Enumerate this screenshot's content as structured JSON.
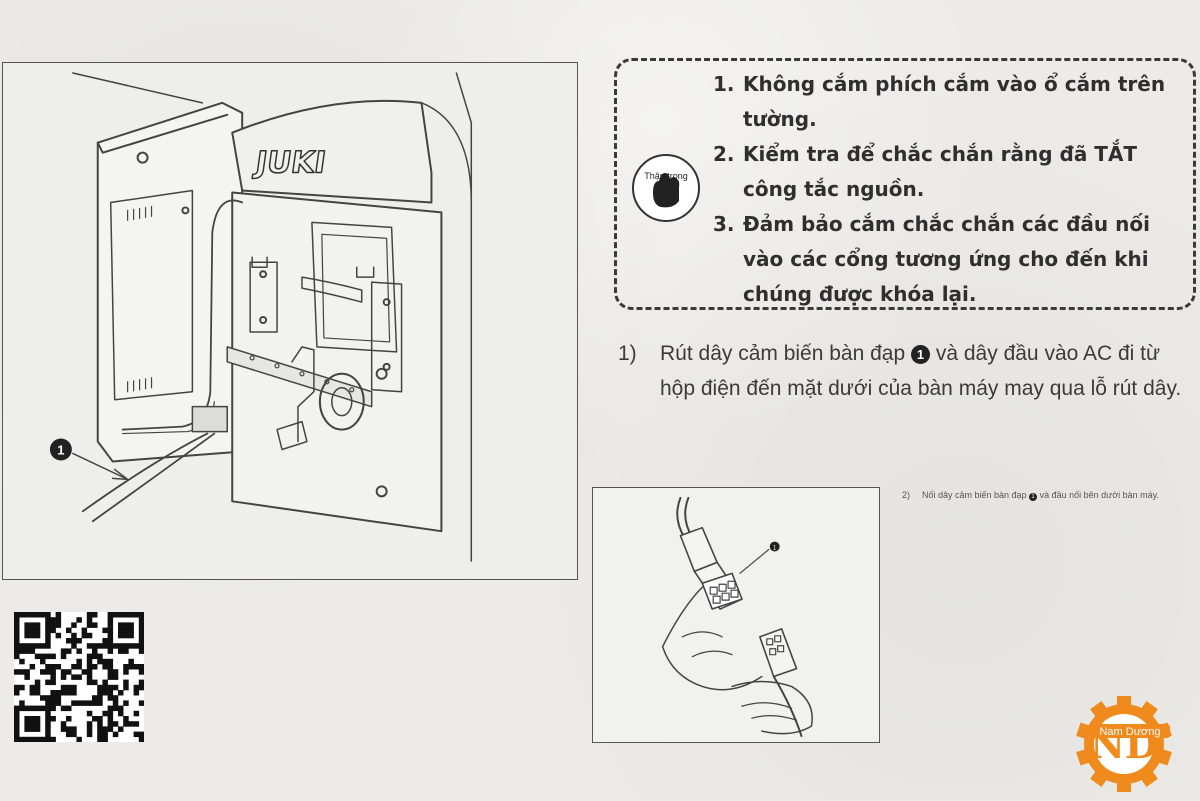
{
  "figure_main": {
    "brand_label": "JUKI",
    "callout_number": "1"
  },
  "caution": {
    "icon_label": "Thận trọng",
    "items": [
      {
        "number": "1.",
        "text": "Không cắm phích cắm vào ổ cắm trên tường."
      },
      {
        "number": "2.",
        "text": "Kiểm tra để chắc chắn rằng đã TẮT công tắc nguồn."
      },
      {
        "number": "3.",
        "text": "Đảm bảo cắm chắc chắn các đầu nối vào các cổng tương ứng cho đến khi chúng được khóa lại."
      }
    ]
  },
  "step1": {
    "index": "1)",
    "text_before": "Rút dây cảm biến bàn đạp",
    "bullet": "1",
    "text_after": "và dây đầu vào AC đi từ hộp điện đến mặt dưới của bàn máy may qua lỗ rút dây."
  },
  "step2": {
    "index": "2)",
    "text_before": "Nối dây cảm biến bàn đạp",
    "bullet": "1",
    "text_after": "và đầu nối bên dưới bàn máy."
  },
  "figure_small": {
    "callout_number": "1"
  },
  "logo": {
    "text": "Nam Dương",
    "monogram": "ND",
    "color": "#f08a1c"
  },
  "colors": {
    "background": "#ecebe8",
    "ink": "#333333"
  }
}
